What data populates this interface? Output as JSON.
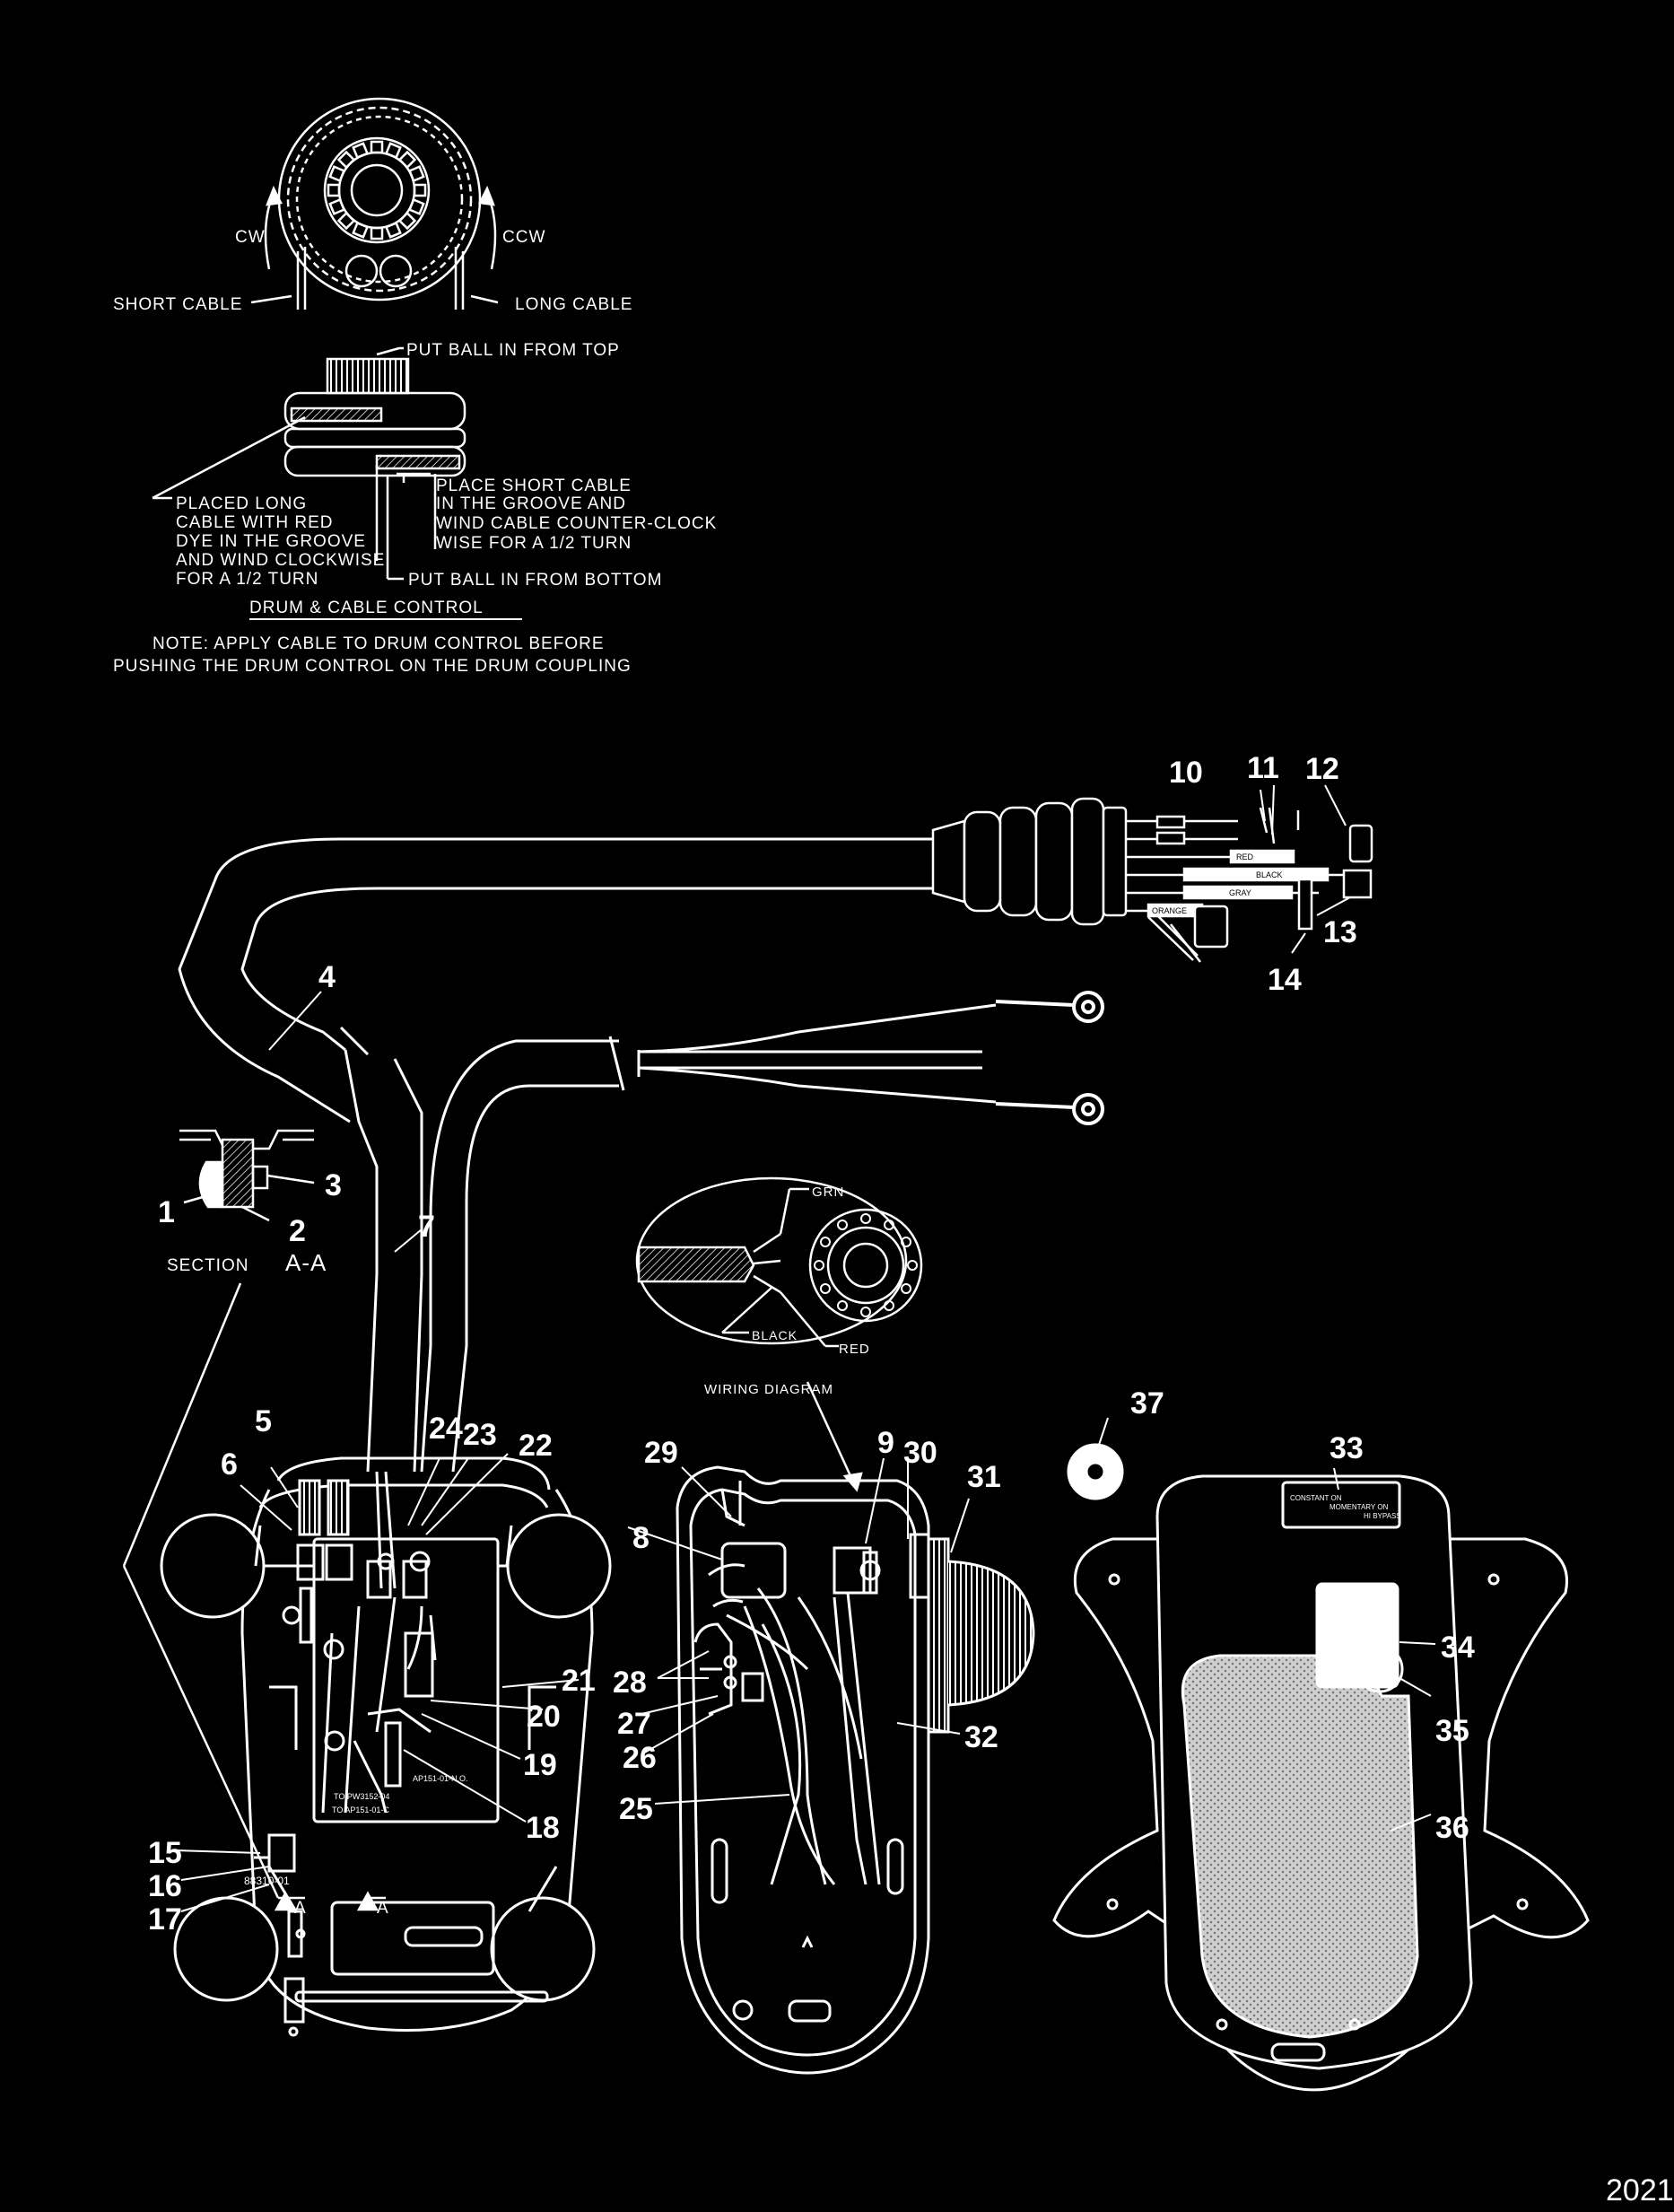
{
  "drum_detail": {
    "cw": "CW",
    "ccw": "CCW",
    "short_cable": "SHORT CABLE",
    "long_cable": "LONG CABLE",
    "ball_top": "PUT BALL IN FROM TOP",
    "long_line1": "PLACED LONG",
    "long_line2": "CABLE WITH RED",
    "long_line3": "DYE IN THE GROOVE",
    "long_line4": "AND WIND CLOCKWISE",
    "long_line5": "FOR A 1/2 TURN",
    "short_line1": "PLACE SHORT CABLE",
    "short_line2": "IN  THE GROOVE AND",
    "short_line3": "WIND CABLE COUNTER-CLOCK",
    "short_line4": "WISE FOR A 1/2 TURN",
    "ball_bottom": "PUT BALL IN FROM BOTTOM",
    "title": "DRUM & CABLE CONTROL",
    "note_line1": "NOTE: APPLY CABLE TO DRUM CONTROL BEFORE",
    "note_line2": "PUSHING THE DRUM CONTROL ON THE DRUM COUPLING"
  },
  "section": {
    "title": "SECTION",
    "suffix": "A-A"
  },
  "wiring": {
    "title": "WIRING DIAGRAM",
    "grn": "GRN",
    "black": "BLACK",
    "red": "RED"
  },
  "wire_tags": {
    "red": "RED",
    "black": "BLACK",
    "gray": "GRAY",
    "orange": "ORANGE"
  },
  "board_text": {
    "board_no": "88310-01",
    "t1": "TO PW3152-04",
    "t2": "TO AP151-01-C",
    "t3": "AP151-01-N.O."
  },
  "pedal_label": {
    "a": "CONSTANT ON",
    "b": "MOMENTARY ON",
    "c": "HI BYPASS"
  },
  "callouts": {
    "n1": "1",
    "n2": "2",
    "n3": "3",
    "n4": "4",
    "n5": "5",
    "n6": "6",
    "n7": "7",
    "n8": "8",
    "n9": "9",
    "n10": "10",
    "n11": "11",
    "n12": "12",
    "n13": "13",
    "n14": "14",
    "n15": "15",
    "n16": "16",
    "n17": "17",
    "n18": "18",
    "n19": "19",
    "n20": "20",
    "n21": "21",
    "n22": "22",
    "n23": "23",
    "n24": "24",
    "n25": "25",
    "n26": "26",
    "n27": "27",
    "n28": "28",
    "n29": "29",
    "n30": "30",
    "n31": "31",
    "n32": "32",
    "n33": "33",
    "n34": "34",
    "n35": "35",
    "n36": "36",
    "n37": "37"
  },
  "footer": {
    "code": "2021"
  },
  "colors": {
    "background": "#000000",
    "ink": "#ffffff"
  }
}
